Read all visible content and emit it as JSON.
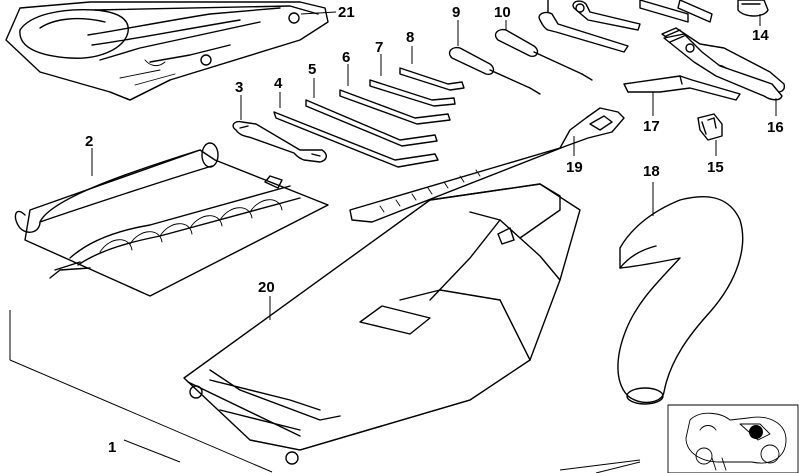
{
  "callouts": {
    "c1": "1",
    "c2": "2",
    "c3": "3",
    "c4": "4",
    "c5": "5",
    "c6": "6",
    "c7": "7",
    "c8": "8",
    "c9": "9",
    "c10": "10",
    "c14": "14",
    "c15": "15",
    "c16": "16",
    "c17": "17",
    "c18": "18",
    "c19": "19",
    "c20": "20",
    "c21": "21"
  },
  "colors": {
    "line": "#000000",
    "background": "#ffffff",
    "marker": "#000000"
  }
}
